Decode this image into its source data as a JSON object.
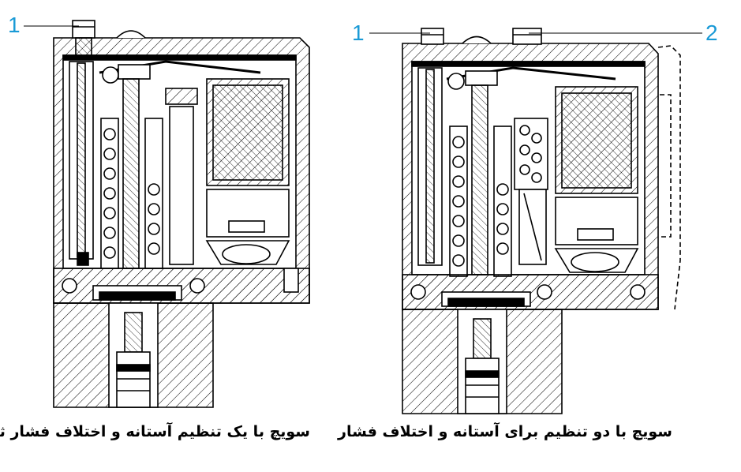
{
  "callouts": {
    "left_1": "1",
    "right_1": "1",
    "right_2": "2"
  },
  "captions": {
    "left": "سویچ با یک تنظیم آستانه و اختلاف فشار ثابت",
    "right": "سویچ با دو تنظیم برای آستانه و اختلاف فشار"
  },
  "colors": {
    "callout": "#1a9ad6",
    "line": "#000000",
    "background": "#ffffff"
  }
}
